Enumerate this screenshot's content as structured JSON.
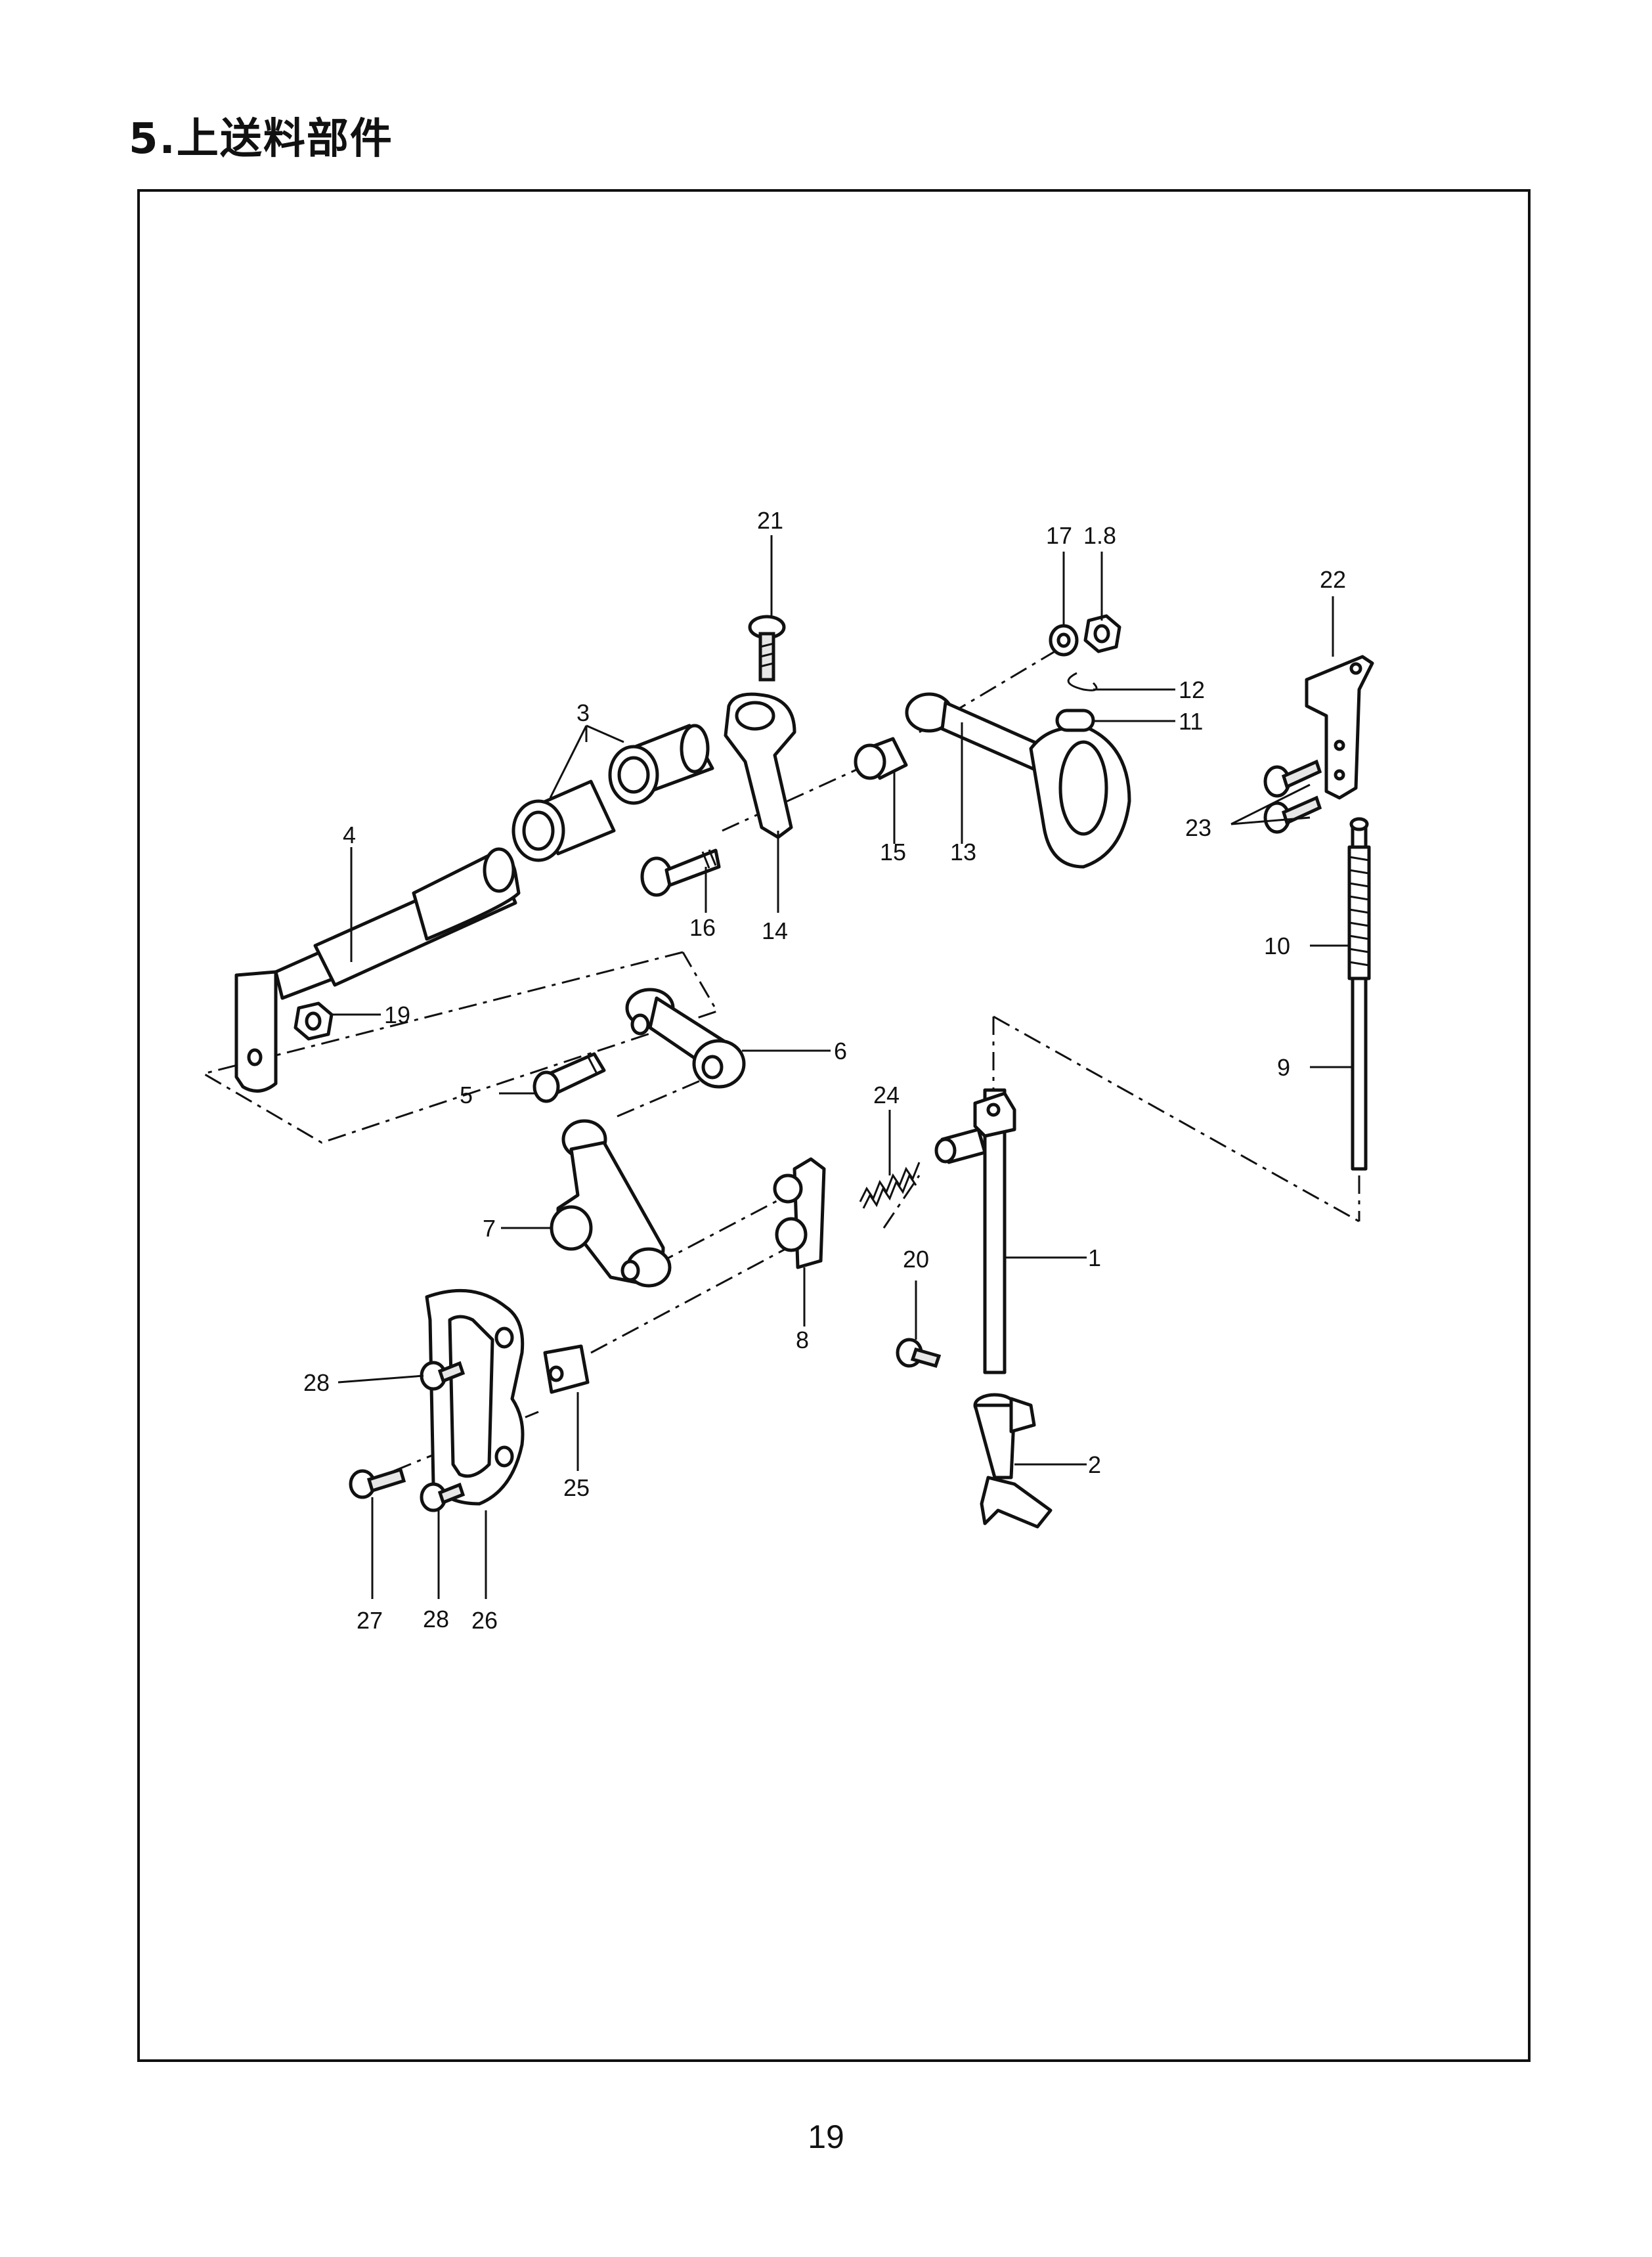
{
  "page": {
    "title": "5.上送料部件",
    "page_number": "19"
  },
  "diagram": {
    "callouts": [
      "1",
      "2",
      "3",
      "4",
      "5",
      "6",
      "7",
      "8",
      "9",
      "10",
      "11",
      "12",
      "13",
      "14",
      "15",
      "16",
      "17",
      "1.8",
      "19",
      "20",
      "21",
      "22",
      "23",
      "24",
      "25",
      "26",
      "27",
      "28",
      "28"
    ]
  }
}
